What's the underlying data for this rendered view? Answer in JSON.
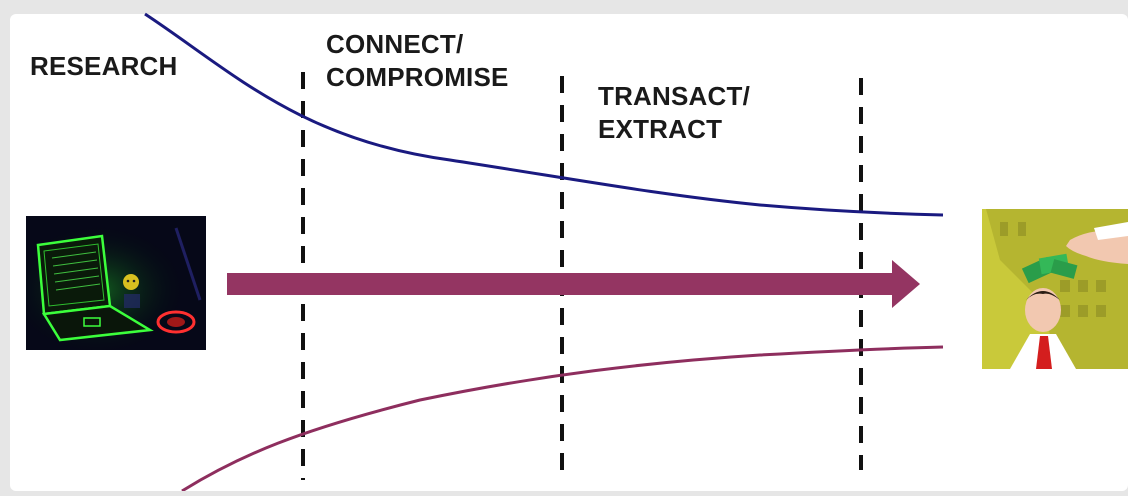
{
  "diagram": {
    "stages": [
      {
        "id": "research",
        "lines": [
          "RESEARCH"
        ]
      },
      {
        "id": "connect",
        "lines": [
          "CONNECT/",
          "COMPROMISE"
        ]
      },
      {
        "id": "transact",
        "lines": [
          "TRANSACT/",
          "EXTRACT"
        ]
      }
    ],
    "colors": {
      "background": "#ffffff",
      "frame": "#e6e6e6",
      "top_curve": "#1a1a80",
      "bottom_curve": "#8e2e5e",
      "arrow": "#943562",
      "divider": "#111111",
      "label": "#1a1a1a"
    },
    "icons": {
      "left": "glowing-laptop-icon",
      "right": "money-handout-icon"
    }
  }
}
